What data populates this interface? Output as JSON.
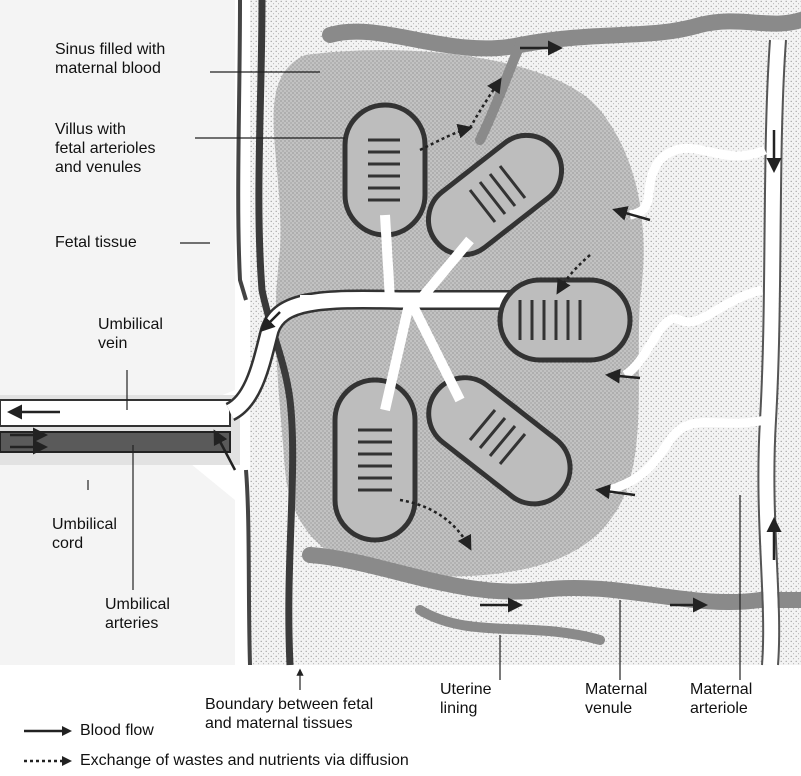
{
  "labels": {
    "sinus": "Sinus filled with\nmaternal blood",
    "villus": "Villus with\nfetal arterioles\nand venules",
    "fetal_tissue": "Fetal tissue",
    "umbilical_vein": "Umbilical\nvein",
    "umbilical_cord": "Umbilical\ncord",
    "umbilical_arteries": "Umbilical\narteries",
    "boundary": "Boundary between fetal\nand maternal tissues",
    "uterine_lining": "Uterine\nlining",
    "maternal_venule": "Maternal\nvenule",
    "maternal_arteriole": "Maternal\narteriole"
  },
  "legend": {
    "blood_flow": "Blood flow",
    "exchange": "Exchange of wastes and nutrients via diffusion"
  },
  "colors": {
    "sinus_fill": "#bdbdbd",
    "vessel_fill": "#9a9a9a",
    "vessel_wall": "#2e2e2e",
    "tissue_fill": "#efefef",
    "maternal_vessel": "#8a8a8a"
  }
}
